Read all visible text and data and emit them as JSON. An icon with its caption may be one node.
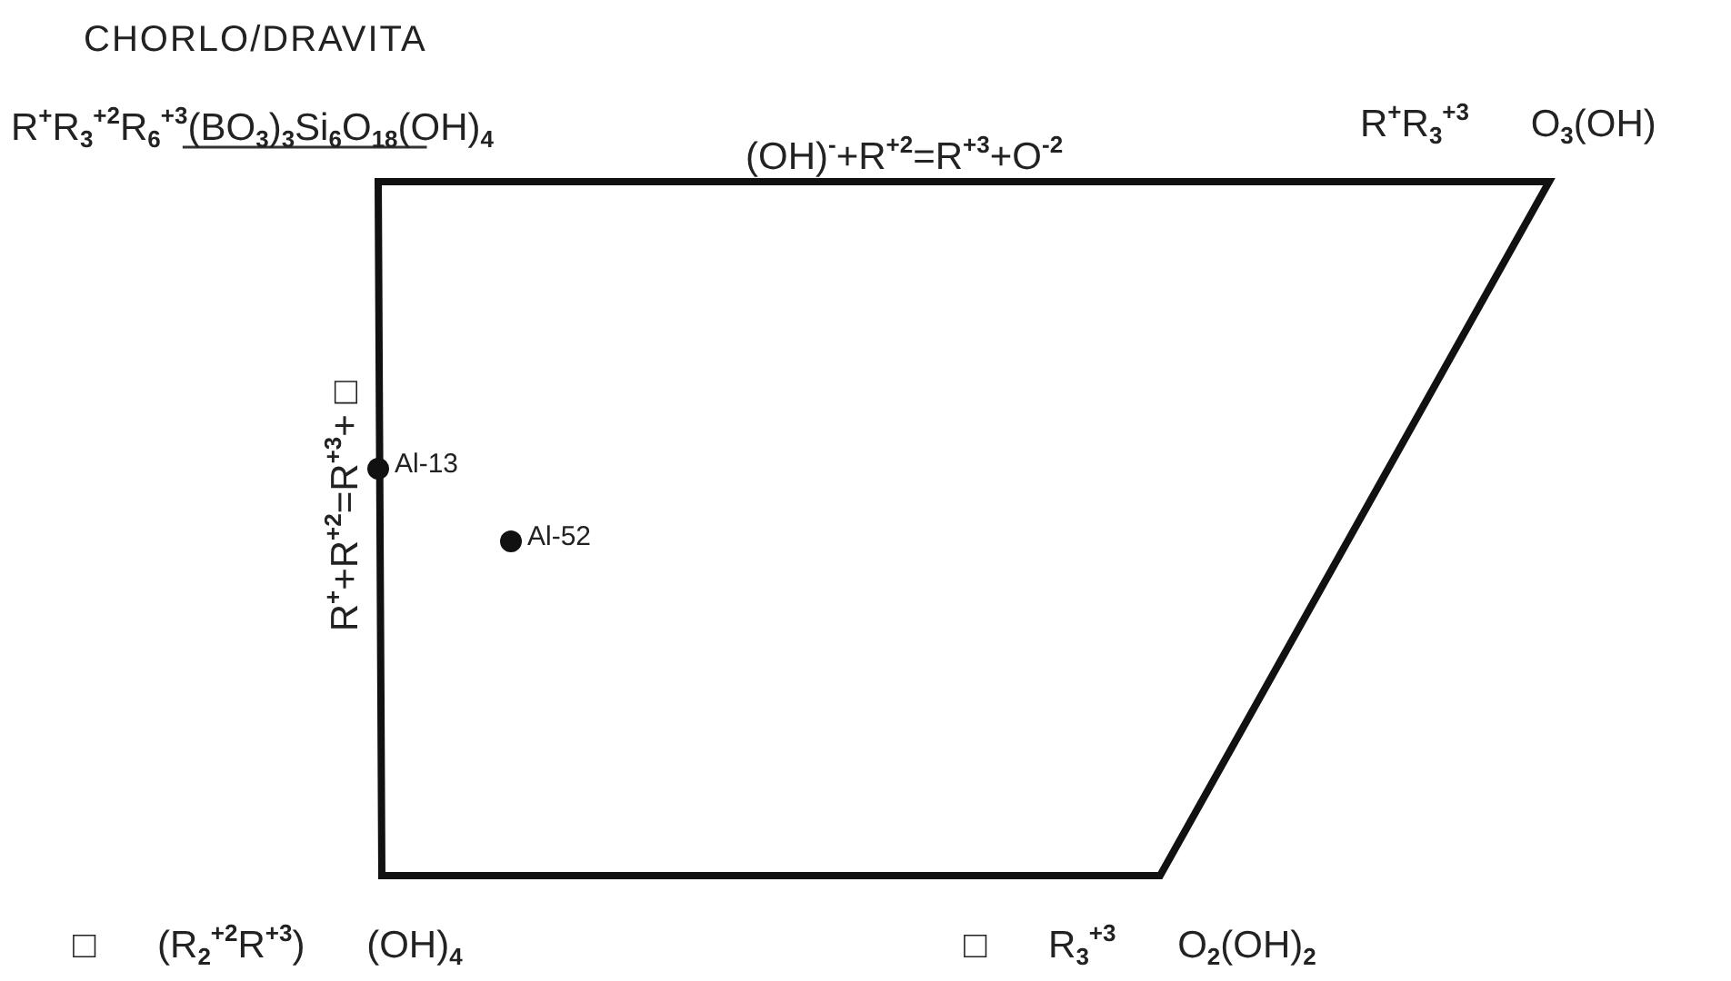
{
  "diagram": {
    "title": "CHORLO/DRAVITA",
    "labels": [
      "R$^{+}$R$_{3}$$^{+2}$R$_{6}$$^{+3}$(BO$_{3}$)$_{3}$Si$_{6}$O$_{18}$(OH)$_{4}$",
      "(OH)$^{-}$+R$^{+2}$=R$^{+3}$+O$^{-2}$",
      "R$^{+}$R$_{3}$$^{+3}$ O$_{3}$(OH)",
      "R$^{+}$+R$^{+2}$=R$^{+3}$+ □",
      "Al-13",
      "Al-52",
      "□ (R$_{2}$$^{+2}$R$^{+3}$) (OH)$_{4}$",
      "□ R$_{3}$$^{+3}$ O$_{2}$(OH)$_{2}$"
    ]
  }
}
